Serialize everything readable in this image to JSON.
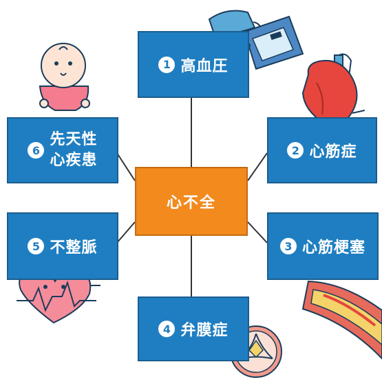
{
  "center": {
    "label": "心不全"
  },
  "causes": [
    {
      "id": "1",
      "num": "1",
      "label": "高血圧"
    },
    {
      "id": "2",
      "num": "2",
      "label": "心筋症"
    },
    {
      "id": "3",
      "num": "3",
      "label": "心筋梗塞"
    },
    {
      "id": "4",
      "num": "4",
      "label": "弁膜症"
    },
    {
      "id": "5",
      "num": "5",
      "label": "不整脈"
    },
    {
      "id": "6",
      "num": "6",
      "line1": "先天性",
      "line2": "心疾患"
    }
  ],
  "colors": {
    "box_blue": "#1f7ec1",
    "center_orange": "#f28a1e",
    "connector": "#333333"
  },
  "icons": [
    "blood-pressure-monitor-icon",
    "heart-icon",
    "artery-plaque-icon",
    "heart-valve-icon",
    "arrhythmia-heart-icon",
    "baby-icon"
  ]
}
